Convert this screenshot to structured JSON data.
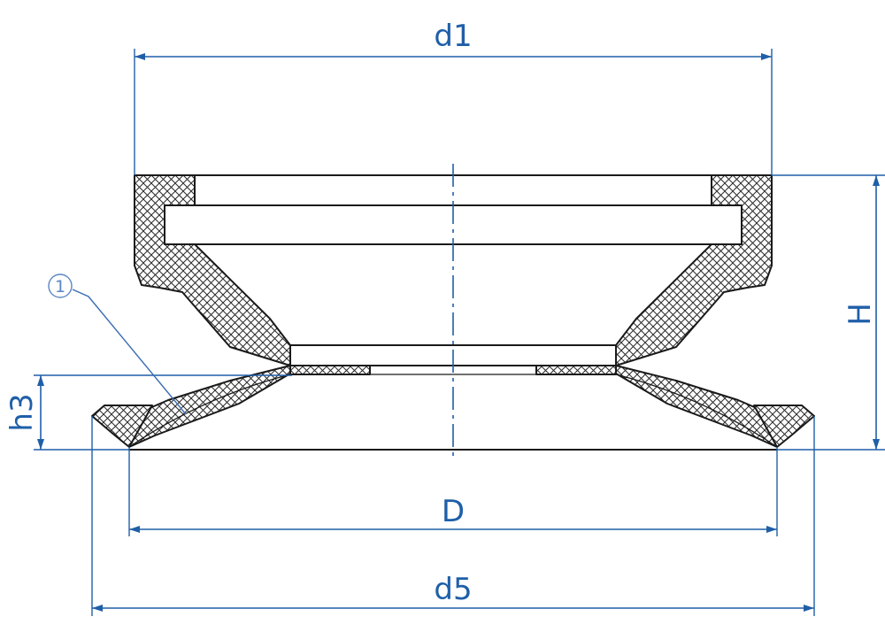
{
  "labels": {
    "d1": "d1",
    "H": "H",
    "h3": "h3",
    "D": "D",
    "d5": "d5",
    "callout": "1"
  },
  "colors": {
    "dimension": "#1f5fa8",
    "outline": "#1a1a1a",
    "callout": "#5a86c4"
  }
}
